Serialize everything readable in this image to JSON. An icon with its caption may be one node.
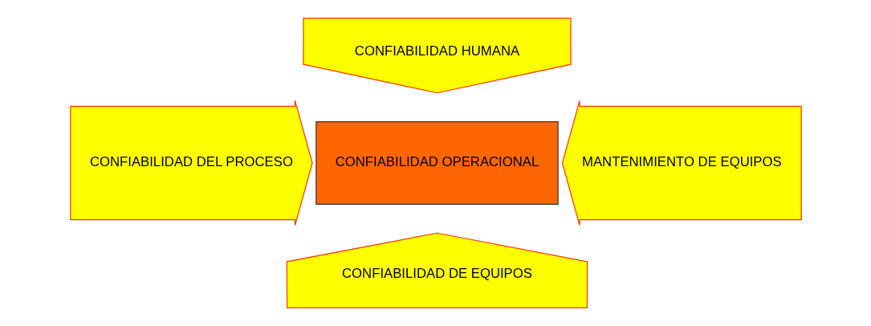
{
  "diagram": {
    "nodes": [
      {
        "text": [
          "CONFIABILIDAD HUMANA"
        ]
      },
      {
        "text": [
          "CONFIABILIDAD DEL PROCESO"
        ]
      },
      {
        "text": [
          "CONFIABILIDAD OPERACIONAL"
        ]
      },
      {
        "text": [
          "MANTENIMIENTO DE EQUIPOS"
        ]
      },
      {
        "text": [
          "CONFIABILIDAD DE EQUIPOS"
        ]
      }
    ]
  }
}
